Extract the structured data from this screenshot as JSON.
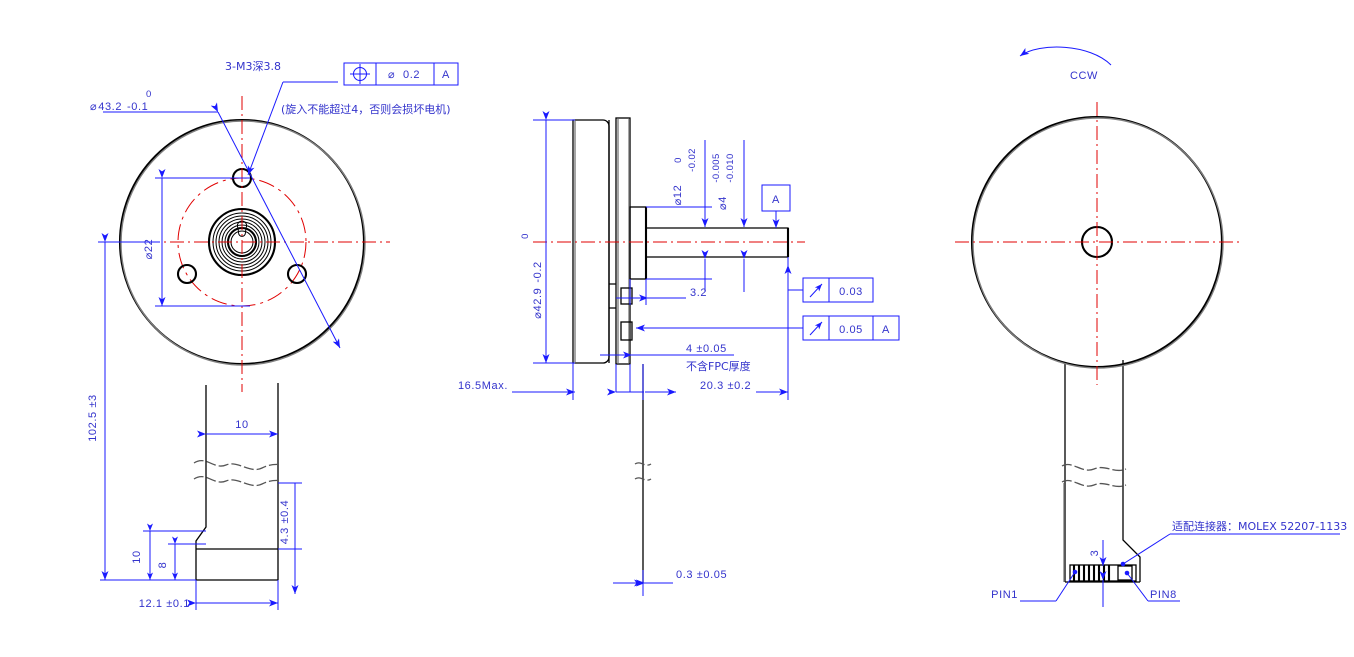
{
  "drawing": {
    "title": "Motor / Encoder Mechanical Drawing",
    "colors": {
      "outline": "#000000",
      "dimension": "#1a1aff",
      "text": "#3333cc",
      "centerline": "#e00000",
      "break": "#555555",
      "shade": "#808080",
      "background": "#ffffff"
    }
  },
  "views": {
    "front": {
      "name": "front-view",
      "dimensions": {
        "outer_diameter": "43.2",
        "outer_diameter_symbol": "⌀",
        "outer_tol_upper": "0",
        "outer_tol_lower": "-0.1",
        "bolt_circle": "⌀22",
        "ribbon_width": "10",
        "total_length": "102.5 ±3",
        "tab_height_10": "10",
        "tab_height_8": "8",
        "tab_width": "12.1 ±0.1",
        "tail_offset": "4.3 ±0.4"
      },
      "notes": {
        "thread_callout": "3-M3深3.8",
        "thread_warning": "(旋入不能超过4，否则会损坏电机)"
      },
      "fcf": {
        "symbol": "position-icon",
        "diameter": "⌀",
        "tolerance": "0.2",
        "datum": "A"
      }
    },
    "side": {
      "name": "side-view",
      "dimensions": {
        "body_diameter": "⌀42.9",
        "body_tol_upper": "0",
        "body_tol_lower": "-0.2",
        "hub_diameter": "⌀12",
        "hub_tol_upper": "0",
        "hub_tol_lower": "-0.02",
        "shaft_diameter": "⌀4",
        "shaft_tol_upper": "-0.005",
        "shaft_tol_lower": "-0.010",
        "step_32": "3.2",
        "flange_thickness": "4 ±0.05",
        "flange_note": "不含FPC厚度",
        "body_length": "16.5Max.",
        "total_length": "20.3 ±0.2",
        "ribbon_thickness": "0.3 ±0.05"
      },
      "datum_label": "A",
      "fcf_runout_1": {
        "symbol": "runout-icon",
        "tolerance": "0.03"
      },
      "fcf_runout_2": {
        "symbol": "runout-icon",
        "tolerance": "0.05",
        "datum": "A"
      }
    },
    "rear": {
      "name": "rear-view",
      "rotation_label": "CCW",
      "connector": {
        "note": "适配连接器：MOLEX 52207-1133",
        "pin_first": "PIN1",
        "pin_last": "PIN8",
        "pitch_label": "3"
      }
    }
  }
}
